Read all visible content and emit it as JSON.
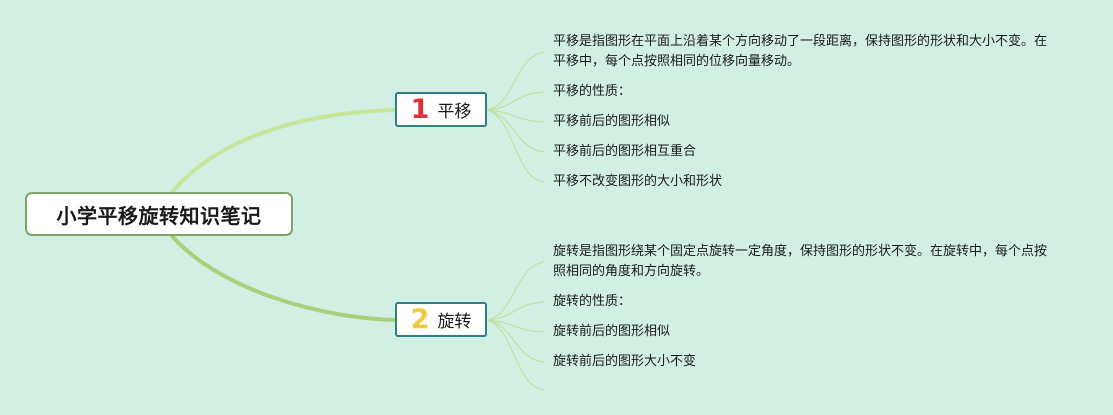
{
  "root": {
    "label": "小学平移旋转知识笔记"
  },
  "branches": [
    {
      "number": "1",
      "label": "平移",
      "number_color": "#e0313a",
      "items": [
        "平移是指图形在平面上沿着某个方向移动了一段距离，保持图形的形状和大小不变。在平移中，每个点按照相同的位移向量移动。",
        "平移的性质：",
        "平移前后的图形相似",
        "平移前后的图形相互重合",
        "平移不改变图形的大小和形状"
      ]
    },
    {
      "number": "2",
      "label": "旋转",
      "number_color": "#f2cb3d",
      "items": [
        "旋转是指图形绕某个固定点旋转一定角度，保持图形的形状不变。在旋转中，每个点按照相同的角度和方向旋转。",
        "旋转的性质：",
        "旋转前后的图形相似",
        "旋转前后的图形大小不变"
      ]
    }
  ],
  "colors": {
    "background": "#d2efe3",
    "main_branch": "#c5e79a",
    "main_branch_lower": "#a6d27c",
    "leaf_connector": "#bfe3a0"
  }
}
